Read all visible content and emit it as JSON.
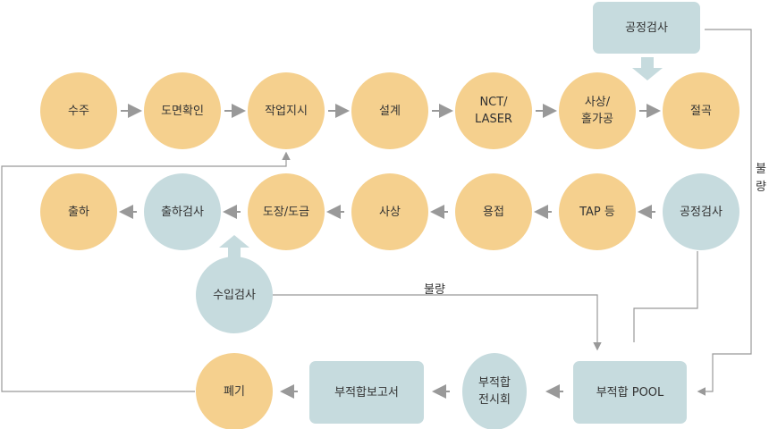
{
  "row1": [
    "수주",
    "도면확인",
    "작업지시",
    "설계",
    "NCT/\nLASER",
    "사상/\n홀가공",
    "절곡"
  ],
  "row2": [
    "출하",
    "출하검사",
    "도장/도금",
    "사상",
    "용접",
    "TAP 등",
    "공정검사"
  ],
  "top_inspection": "공정검사",
  "incoming_inspection": "수입검사",
  "row4": {
    "scrap": "폐기",
    "report": "부적합보고서",
    "display": "부적합\n전시회",
    "pool": "부적합 POOL"
  },
  "defect_label_right": "불\n량",
  "defect_label_mid": "불량",
  "colors": {
    "process": "#f5d08e",
    "inspection": "#c6dbde",
    "line": "#999999"
  }
}
